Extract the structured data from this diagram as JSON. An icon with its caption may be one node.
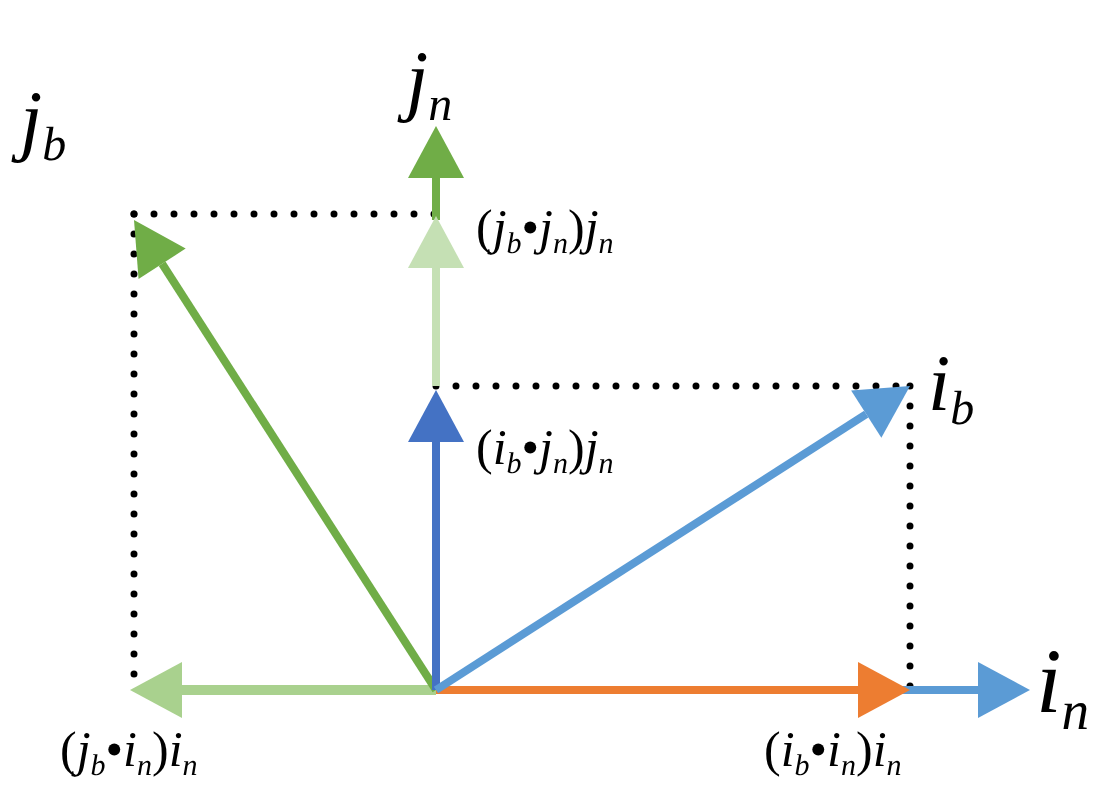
{
  "diagram": {
    "labels": [
      "j$_{b}$",
      "j$_{n}$",
      "(*j*$_{b}$•*j*$_{n}$)*j*$_{n}$",
      "i$_{b}$",
      "(*i*$_{b}$•*j*$_{n}$)*j*$_{n}$",
      "i$_{n}$",
      "(*j*$_{b}$•*i*$_{n}$)*i*$_{n}$",
      "(*i*$_{b}$•*i*$_{n}$)*i*$_{n}$"
    ]
  }
}
